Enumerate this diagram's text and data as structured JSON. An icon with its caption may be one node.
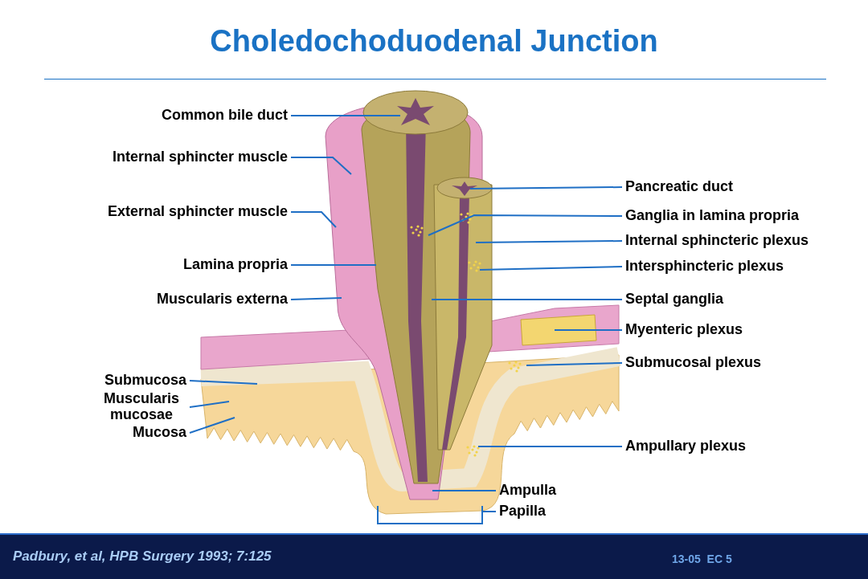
{
  "diagram": {
    "title": "Choledochoduodenal Junction",
    "nodes": [
      {
        "text": [
          "Common bile duct"
        ]
      },
      {
        "text": [
          "Internal sphincter muscle"
        ]
      },
      {
        "text": [
          "External sphincter muscle"
        ]
      },
      {
        "text": [
          "Lamina propria"
        ]
      },
      {
        "text": [
          "Muscularis externa"
        ]
      },
      {
        "text": [
          "Submucosa"
        ]
      },
      {
        "text": [
          "Muscularis mucosae"
        ]
      },
      {
        "text": [
          "Mucosa"
        ]
      },
      {
        "text": [
          "Pancreatic duct"
        ]
      },
      {
        "text": [
          "Ganglia in lamina propria"
        ]
      },
      {
        "text": [
          "Internal sphincteric plexus"
        ]
      },
      {
        "text": [
          "Intersphincteric plexus"
        ]
      },
      {
        "text": [
          "Septal ganglia"
        ]
      },
      {
        "text": [
          "Myenteric plexus"
        ]
      },
      {
        "text": [
          "Submucosal plexus"
        ]
      },
      {
        "text": [
          "Ampullary plexus"
        ]
      },
      {
        "text": [
          "Ampulla"
        ]
      },
      {
        "text": [
          "Papilla"
        ]
      },
      {
        "text": [],
        "shape": "bracket"
      }
    ],
    "edges": [
      {
        "from": 0,
        "to": null,
        "arrow": "none"
      },
      {
        "from": 1,
        "to": null,
        "arrow": "none"
      },
      {
        "from": 2,
        "to": null,
        "arrow": "none"
      },
      {
        "from": 3,
        "to": null,
        "arrow": "none"
      },
      {
        "from": 4,
        "to": null,
        "arrow": "none"
      },
      {
        "from": 5,
        "to": null,
        "arrow": "none"
      },
      {
        "from": 6,
        "to": null,
        "arrow": "none"
      },
      {
        "from": 7,
        "to": null,
        "arrow": "none"
      },
      {
        "from": 8,
        "to": null,
        "arrow": "none"
      },
      {
        "from": 9,
        "to": null,
        "arrow": "none"
      },
      {
        "from": 10,
        "to": null,
        "arrow": "none"
      },
      {
        "from": 11,
        "to": null,
        "arrow": "none"
      },
      {
        "from": 12,
        "to": null,
        "arrow": "none"
      },
      {
        "from": 13,
        "to": null,
        "arrow": "none"
      },
      {
        "from": 14,
        "to": null,
        "arrow": "none"
      },
      {
        "from": 15,
        "to": null,
        "arrow": "none"
      },
      {
        "from": 16,
        "to": null,
        "arrow": "none"
      },
      {
        "from": 17,
        "to": 18,
        "arrow": "none"
      }
    ],
    "labels": [
      "Padbury,  et al, HPB Surgery 1993; 7:125",
      "13-05  EC 5"
    ]
  }
}
